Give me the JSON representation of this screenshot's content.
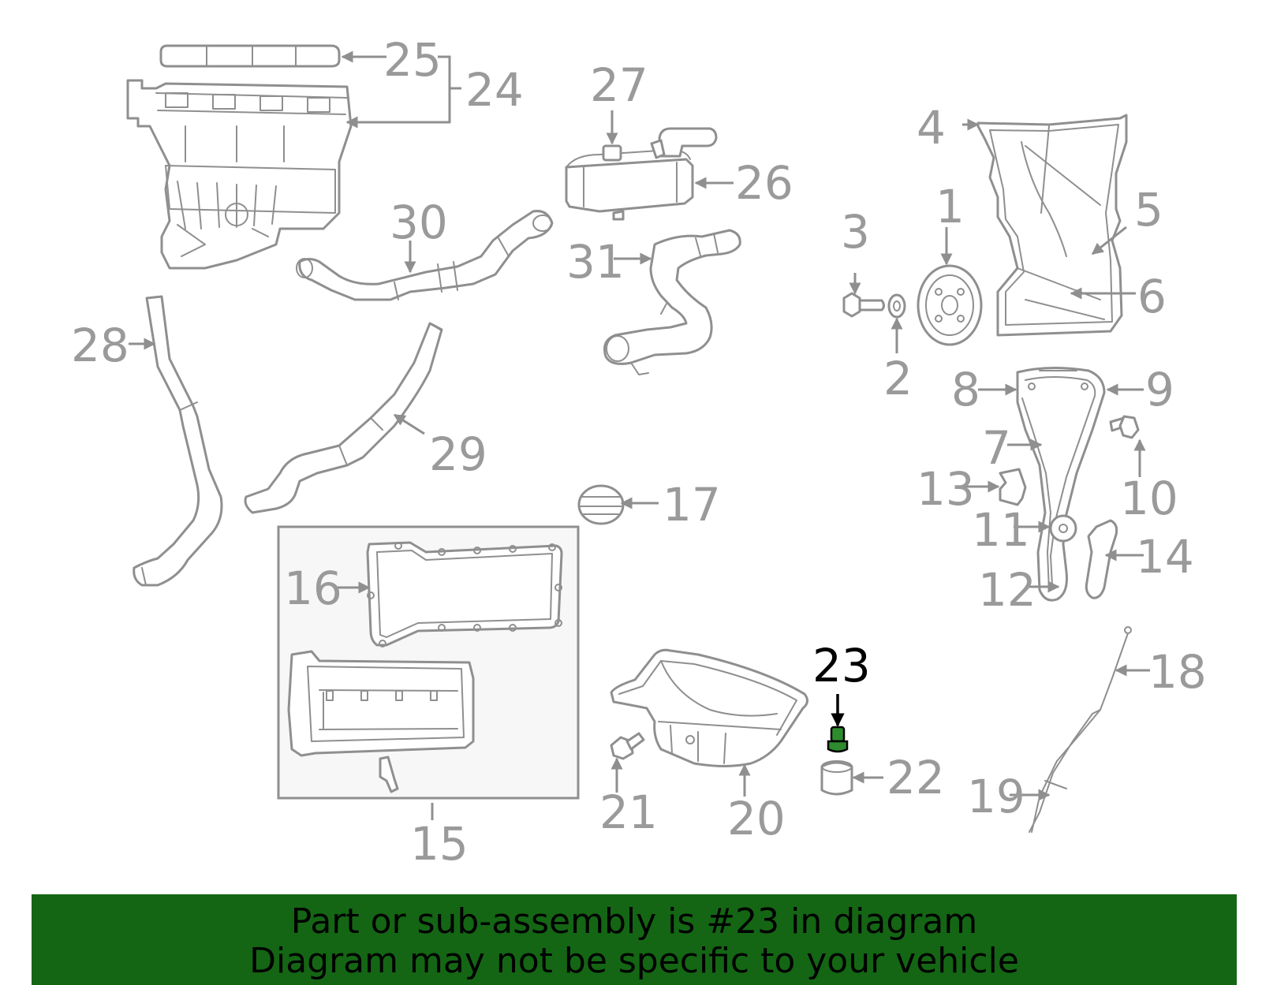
{
  "highlighted_part": "23",
  "callouts": {
    "c1": "1",
    "c2": "2",
    "c3": "3",
    "c4": "4",
    "c5": "5",
    "c6": "6",
    "c7": "7",
    "c8": "8",
    "c9": "9",
    "c10": "10",
    "c11": "11",
    "c12": "12",
    "c13": "13",
    "c14": "14",
    "c15": "15",
    "c16": "16",
    "c17": "17",
    "c18": "18",
    "c19": "19",
    "c20": "20",
    "c21": "21",
    "c22": "22",
    "c23": "23",
    "c24": "24",
    "c25": "25",
    "c26": "26",
    "c27": "27",
    "c28": "28",
    "c29": "29",
    "c30": "30",
    "c31": "31"
  },
  "banner": {
    "line1": "Part or sub-assembly is #23 in diagram",
    "line2": "Diagram may not be specific to your vehicle"
  },
  "colors": {
    "banner_bg": "#146614",
    "part_stroke": "#8f8f8f",
    "highlight": "#2e8b2e"
  }
}
